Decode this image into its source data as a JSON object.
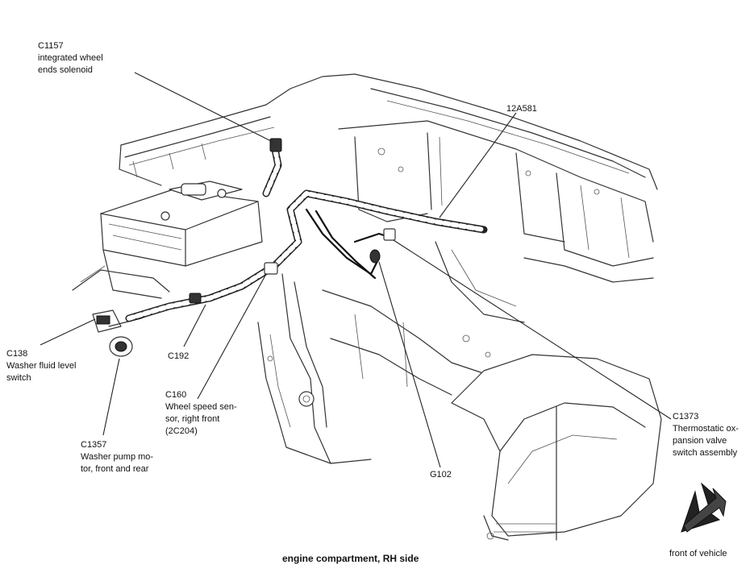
{
  "caption": "engine compartment, RH side",
  "direction_label": "front of vehicle",
  "callouts": {
    "c1157": {
      "code": "C1157",
      "line1": "integrated wheel",
      "line2": "ends solenoid"
    },
    "a12a581": {
      "code": "12A581"
    },
    "c138": {
      "code": "C138",
      "line1": "Washer fluid level",
      "line2": "switch"
    },
    "c192": {
      "code": "C192"
    },
    "c160": {
      "code": "C160",
      "line1": "Wheel speed sen-",
      "line2": "sor, right front",
      "line3": "(2C204)"
    },
    "c1357": {
      "code": "C1357",
      "line1": "Washer pump mo-",
      "line2": "tor, front and rear"
    },
    "g102": {
      "code": "G102"
    },
    "c1373": {
      "code": "C1373",
      "line1": "Thermostatic ox-",
      "line2": "pansion valve",
      "line3": "switch assembly"
    }
  },
  "arrow_icon": "front-direction-arrow-icon"
}
